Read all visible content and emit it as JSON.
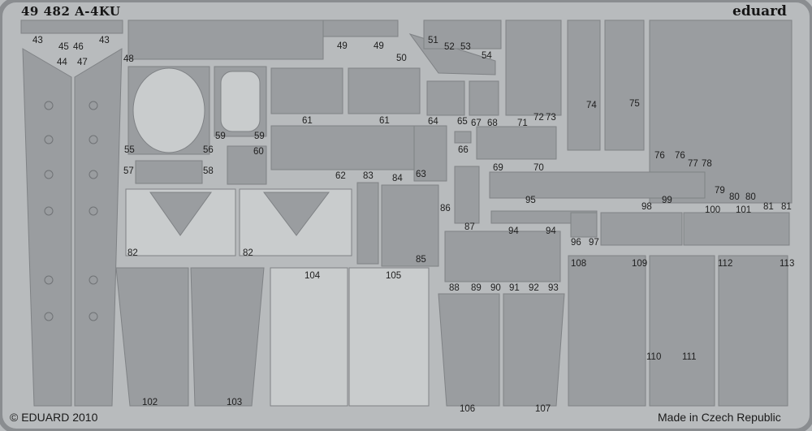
{
  "header": {
    "title": "49 482  A-4KU",
    "brand": "eduard"
  },
  "footer": {
    "copyright": "© EDUARD 2010",
    "origin": "Made in Czech Republic"
  },
  "colors": {
    "fret": "#b8bbbd",
    "etched": "#9a9da0",
    "light": "#c9cccd",
    "text": "#1e1e1e"
  },
  "labels": [
    "43",
    "45",
    "46",
    "43",
    "44",
    "47",
    "48",
    "49",
    "49",
    "50",
    "51",
    "52",
    "53",
    "54",
    "55",
    "56",
    "57",
    "58",
    "59",
    "59",
    "60",
    "61",
    "61",
    "62",
    "83",
    "84",
    "64",
    "65",
    "67",
    "68",
    "71",
    "72",
    "73",
    "74",
    "75",
    "63",
    "66",
    "69",
    "70",
    "76",
    "76",
    "77",
    "78",
    "79",
    "80",
    "80",
    "81",
    "81",
    "95",
    "99",
    "86",
    "98",
    "100",
    "101",
    "85",
    "87",
    "94",
    "94",
    "96",
    "97",
    "82",
    "82",
    "104",
    "105",
    "108",
    "109",
    "112",
    "113",
    "88",
    "89",
    "90",
    "91",
    "92",
    "93",
    "110",
    "111",
    "102",
    "103",
    "106",
    "107"
  ]
}
